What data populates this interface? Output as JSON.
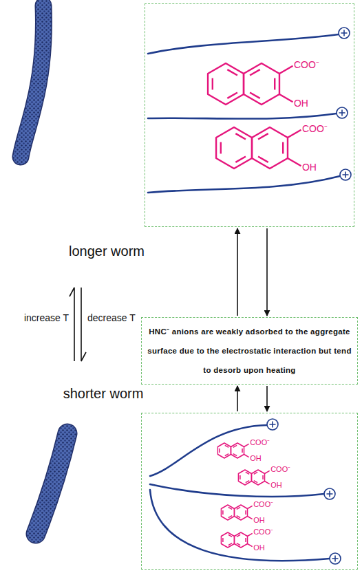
{
  "diagram": {
    "nodes": [
      {
        "text": [
          "COO⁻",
          "OH",
          "COO⁻",
          "OH"
        ]
      },
      {
        "text": [
          "HNC⁻ anions are weakly adsorbed to the aggregate surface due to the electrostatic interaction but tend to desorb upon heating"
        ]
      },
      {
        "text": [
          "COO⁻",
          "OH",
          "COO⁻",
          "OH",
          "COO⁻",
          "OH",
          "COO⁻",
          "OH"
        ]
      }
    ],
    "edges": [
      {
        "from": 1,
        "to": 0,
        "arrow": "to"
      },
      {
        "from": 0,
        "to": 1,
        "arrow": "to"
      },
      {
        "from": 2,
        "to": 1,
        "arrow": "to"
      },
      {
        "from": 1,
        "to": 2,
        "arrow": "to"
      }
    ],
    "labels": [
      "longer worm",
      "shorter worm",
      "increase T",
      "decrease T"
    ]
  }
}
